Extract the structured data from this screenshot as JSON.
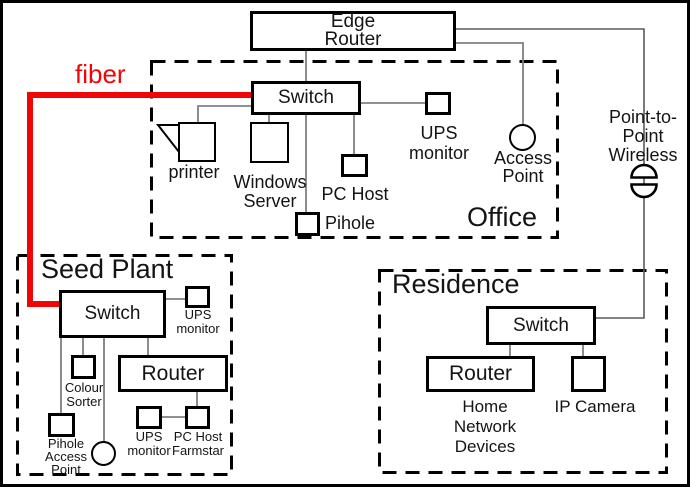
{
  "colors": {
    "fiber": "#f00606",
    "link": "#808080",
    "link_dark": "#5a5a5a",
    "border": "#000000"
  },
  "fiber": {
    "label": "fiber"
  },
  "zones": {
    "office": {
      "label": "Office"
    },
    "seed_plant": {
      "label": "Seed Plant"
    },
    "residence": {
      "label": "Residence"
    }
  },
  "nodes": {
    "edge_router": {
      "label": "Edge\nRouter"
    },
    "office_switch": {
      "label": "Switch"
    },
    "printer": {
      "label": "printer"
    },
    "windows_server": {
      "label": "Windows\nServer"
    },
    "pc_host": {
      "label": "PC Host"
    },
    "pihole": {
      "label": "Pihole"
    },
    "office_ups_monitor": {
      "label": "UPS\nmonitor"
    },
    "access_point": {
      "label": "Access\nPoint"
    },
    "ptp_wireless": {
      "label": "Point-to-Point\nWireless"
    },
    "seed_switch": {
      "label": "Switch"
    },
    "seed_ups_monitor_top": {
      "label": "UPS\nmonitor"
    },
    "colour_sorter": {
      "label": "Colour\nSorter"
    },
    "seed_router": {
      "label": "Router"
    },
    "seed_pihole_access_point": {
      "label": "Pihole\nAccess\nPoint"
    },
    "seed_ups_monitor_bottom": {
      "label": "UPS\nmonitor"
    },
    "pc_host_farmstar": {
      "label": "PC Host\nFarmstar"
    },
    "residence_switch": {
      "label": "Switch"
    },
    "residence_router": {
      "label": "Router"
    },
    "home_network_devices": {
      "label": "Home\nNetwork\nDevices"
    },
    "ip_camera": {
      "label": "IP Camera"
    }
  }
}
